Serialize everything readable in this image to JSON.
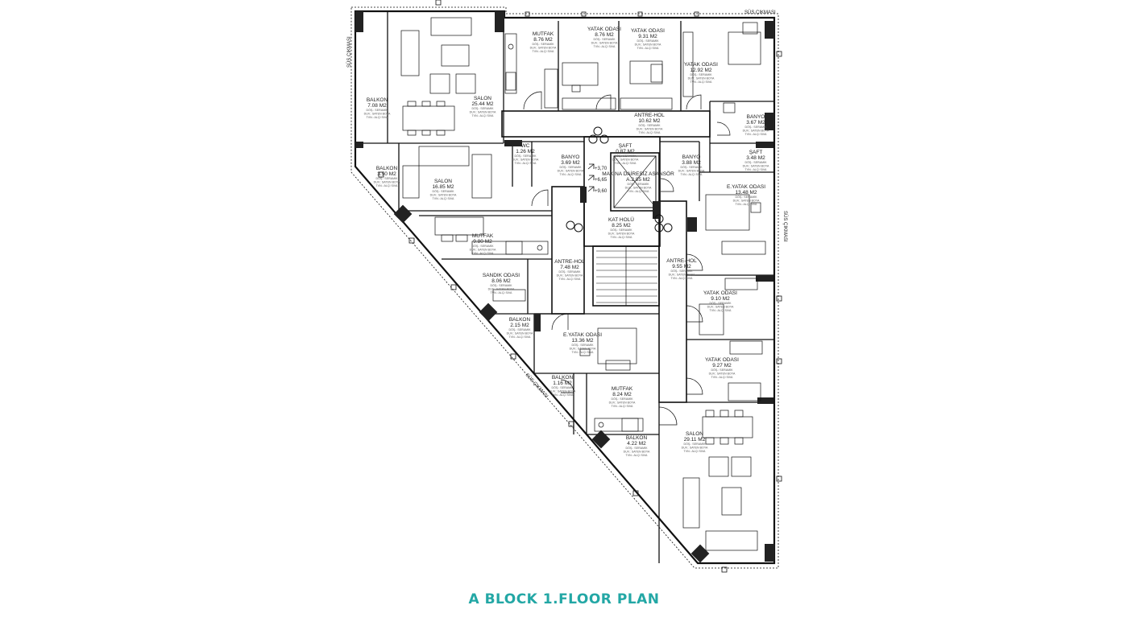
{
  "title": "A BLOCK 1.FLOOR PLAN",
  "colors": {
    "title": "#23a7a5",
    "line": "#111111"
  },
  "spec_lines": [
    "DÖŞ.: SERAMİK",
    "DUV.: SATEN BOYA",
    "TVN.: ALÇI SIVA"
  ],
  "facade_labels": [
    "SÜS ÇIKMASI",
    "SÜS ÇIKMASI",
    "SÜS ÇIKMASI",
    "SÜS ÇIKMASI"
  ],
  "levels": [
    "+3,70",
    "+6,65",
    "+9,60"
  ],
  "rooms": [
    {
      "id": "salon-25",
      "name": "SALON",
      "area": "25.44 M2"
    },
    {
      "id": "balkon-708",
      "name": "BALKON",
      "area": "7.08 M2"
    },
    {
      "id": "mutfak-876",
      "name": "MUTFAK",
      "area": "8.76 M2"
    },
    {
      "id": "yatak-876",
      "name": "YATAK ODASI",
      "area": "8.76 M2"
    },
    {
      "id": "yatak-931",
      "name": "YATAK ODASI",
      "area": "9.31 M2"
    },
    {
      "id": "yatak-1292",
      "name": "YATAK ODASI",
      "area": "12.92 M2"
    },
    {
      "id": "antre-1062",
      "name": "ANTRE-HOL",
      "area": "10.62 M2"
    },
    {
      "id": "banyo-367",
      "name": "BANYO",
      "area": "3.67 M2"
    },
    {
      "id": "saft-348",
      "name": "ŞAFT",
      "area": "3.48 M2"
    },
    {
      "id": "saft-087",
      "name": "ŞAFT",
      "area": "0.87 M2"
    },
    {
      "id": "wc-126",
      "name": "WC",
      "area": "1.26 M2"
    },
    {
      "id": "banyo-369",
      "name": "BANYO",
      "area": "3.69 M2"
    },
    {
      "id": "banyo-388",
      "name": "BANYO",
      "area": "3.88 M2"
    },
    {
      "id": "balkon-350",
      "name": "BALKON",
      "area": "3.50 M2"
    },
    {
      "id": "salon-1685",
      "name": "SALON",
      "area": "16.85 M2"
    },
    {
      "id": "makina",
      "name": "MAKİNA DAİRESİZ ASANSÖR",
      "area": "A.2.85 M2"
    },
    {
      "id": "eyatak-1348",
      "name": "E.YATAK ODASI",
      "area": "13.48 M2"
    },
    {
      "id": "kat-holu",
      "name": "KAT HOLÜ",
      "area": "8.25 M2"
    },
    {
      "id": "mutfak-980",
      "name": "MUTFAK",
      "area": "9.80 M2"
    },
    {
      "id": "antre-748",
      "name": "ANTRE-HOL",
      "area": "7.48 M2"
    },
    {
      "id": "antre-955",
      "name": "ANTRE-HOL",
      "area": "9.55 M2"
    },
    {
      "id": "sandik",
      "name": "SANDIK ODASI",
      "area": "8.06 M2"
    },
    {
      "id": "yatak-910",
      "name": "YATAK ODASI",
      "area": "9.10 M2"
    },
    {
      "id": "balkon-215",
      "name": "BALKON",
      "area": "2.15 M2"
    },
    {
      "id": "eyatak-1336",
      "name": "E.YATAK ODASI",
      "area": "13.36 M2"
    },
    {
      "id": "yatak-927",
      "name": "YATAK ODASI",
      "area": "9.27 M2"
    },
    {
      "id": "balkon-116",
      "name": "BALKON",
      "area": "1.16 M2"
    },
    {
      "id": "mutfak-824",
      "name": "MUTFAK",
      "area": "8.24 M2"
    },
    {
      "id": "balkon-422",
      "name": "BALKON",
      "area": "4.22 M2"
    },
    {
      "id": "salon-2911",
      "name": "SALON",
      "area": "29.11 M2"
    }
  ]
}
